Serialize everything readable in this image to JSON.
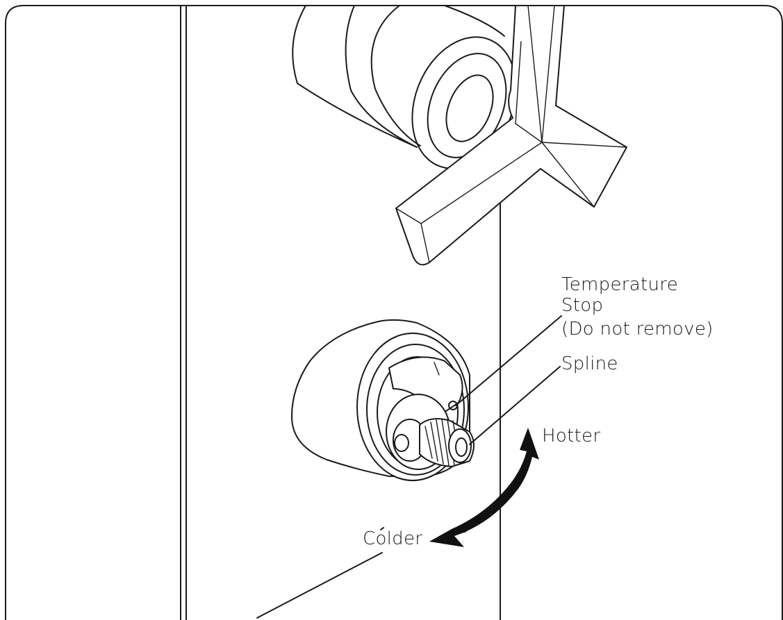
{
  "labels": {
    "temperature_stop": {
      "line1": "Temperature",
      "line2": "Stop",
      "line3": "(Do not remove)"
    },
    "spline": "Spline",
    "hotter": "Hotter",
    "colder": "Colder"
  },
  "colors": {
    "line": "#1a1a1a",
    "background": "#ffffff",
    "arrow": "#111111"
  }
}
